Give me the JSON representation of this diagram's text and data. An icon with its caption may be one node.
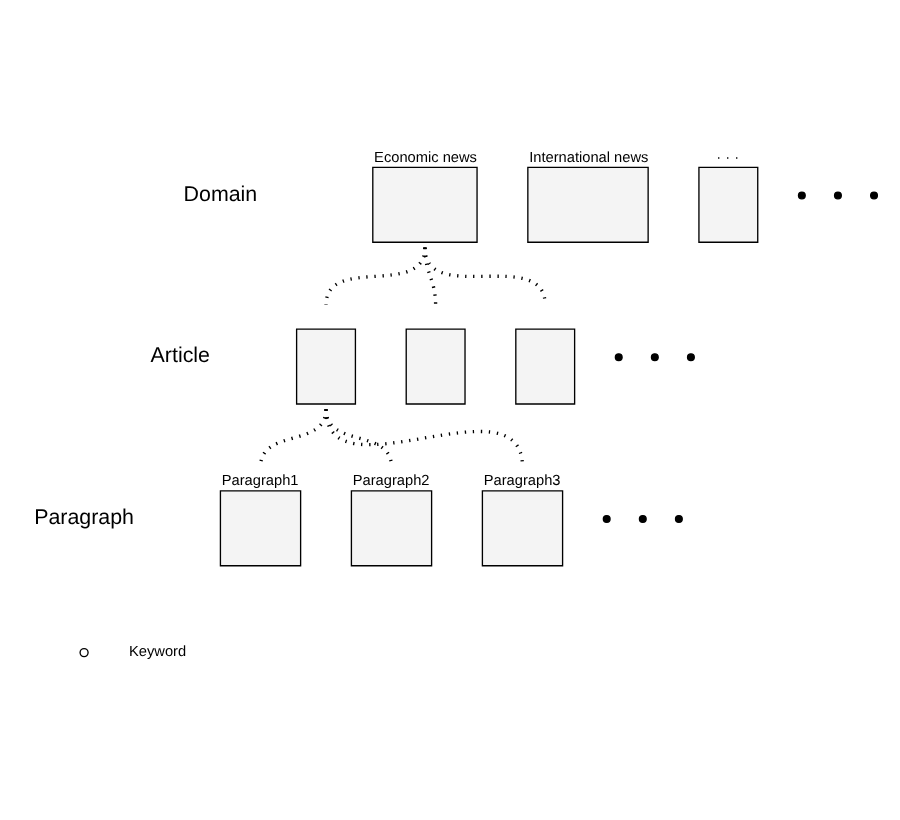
{
  "diagram": {
    "nodes": [
      {
        "text": [
          "Economic news"
        ]
      },
      {
        "text": [
          "International news"
        ]
      },
      {
        "text": [
          "· · ·"
        ]
      },
      {
        "text": [],
        "shape": "box"
      },
      {
        "text": [],
        "shape": "box"
      },
      {
        "text": [],
        "shape": "box"
      },
      {
        "text": [
          "Paragraph1"
        ]
      },
      {
        "text": [
          "Paragraph2"
        ]
      },
      {
        "text": [
          "Paragraph3"
        ]
      }
    ],
    "edges": [
      {
        "from": 0,
        "to": 3,
        "arrow": "none",
        "style": "dashed"
      },
      {
        "from": 0,
        "to": 4,
        "arrow": "none",
        "style": "dashed"
      },
      {
        "from": 0,
        "to": 5,
        "arrow": "none",
        "style": "dashed"
      },
      {
        "from": 3,
        "to": 6,
        "arrow": "none",
        "style": "dashed"
      },
      {
        "from": 3,
        "to": 7,
        "arrow": "none",
        "style": "dashed"
      },
      {
        "from": 3,
        "to": 8,
        "arrow": "none",
        "style": "dashed"
      }
    ],
    "labels": [
      "Domain",
      "Article",
      "Paragraph"
    ],
    "legend": [
      {
        "text": "Keyword"
      }
    ]
  }
}
